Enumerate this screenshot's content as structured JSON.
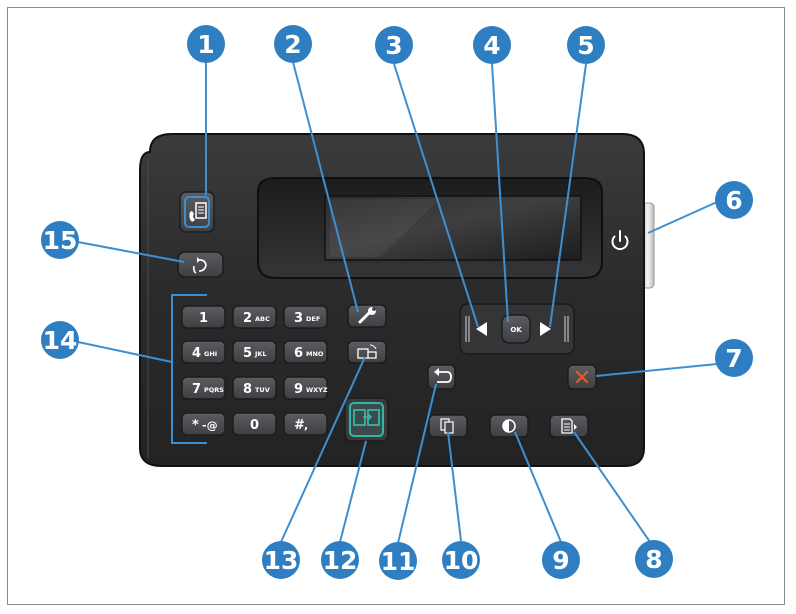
{
  "colors": {
    "callout": "#2e7ec1",
    "panel": "#2a2a2b",
    "panel_edge": "#111111",
    "button": "#4a4b4e",
    "button_edge": "#1c1c1e",
    "copy_accent": "#35b5a4",
    "cancel_accent": "#e8572c",
    "glyph": "#ffffff"
  },
  "callouts": [
    {
      "number": "1",
      "target": "fax-setup-button"
    },
    {
      "number": "2",
      "target": "setup-button"
    },
    {
      "number": "3",
      "target": "left-arrow-button"
    },
    {
      "number": "4",
      "target": "ok-button"
    },
    {
      "number": "5",
      "target": "right-arrow-button"
    },
    {
      "number": "6",
      "target": "power-button"
    },
    {
      "number": "7",
      "target": "cancel-button"
    },
    {
      "number": "8",
      "target": "copy-menu-button"
    },
    {
      "number": "9",
      "target": "lighter-darker-button"
    },
    {
      "number": "10",
      "target": "number-of-copies-button"
    },
    {
      "number": "11",
      "target": "back-button"
    },
    {
      "number": "12",
      "target": "start-copy-button"
    },
    {
      "number": "13",
      "target": "start-fax-button"
    },
    {
      "number": "14",
      "target": "keypad"
    },
    {
      "number": "15",
      "target": "fax-redial-button"
    }
  ],
  "keypad": [
    {
      "main": "1",
      "sub": ""
    },
    {
      "main": "2",
      "sub": "ABC"
    },
    {
      "main": "3",
      "sub": "DEF"
    },
    {
      "main": "4",
      "sub": "GHI"
    },
    {
      "main": "5",
      "sub": "JKL"
    },
    {
      "main": "6",
      "sub": "MNO"
    },
    {
      "main": "7",
      "sub": "PQRS"
    },
    {
      "main": "8",
      "sub": "TUV"
    },
    {
      "main": "9",
      "sub": "WXYZ"
    },
    {
      "main": "*",
      "sub": "-@"
    },
    {
      "main": "0",
      "sub": ""
    },
    {
      "main": "#",
      "sub": ","
    }
  ],
  "nav": {
    "ok_label": "OK"
  },
  "icons": {
    "power": "power-icon",
    "setup": "wrench-icon",
    "fax_setup": "fax-document-icon",
    "redial": "redial-icon",
    "back": "back-arrow-icon",
    "cancel": "cancel-x-icon",
    "copies": "copies-icon",
    "lighter_darker": "contrast-icon",
    "copy_menu": "copy-menu-icon",
    "start_copy": "copy-icon",
    "start_fax": "fax-icon",
    "left": "left-arrow-icon",
    "right": "right-arrow-icon"
  }
}
